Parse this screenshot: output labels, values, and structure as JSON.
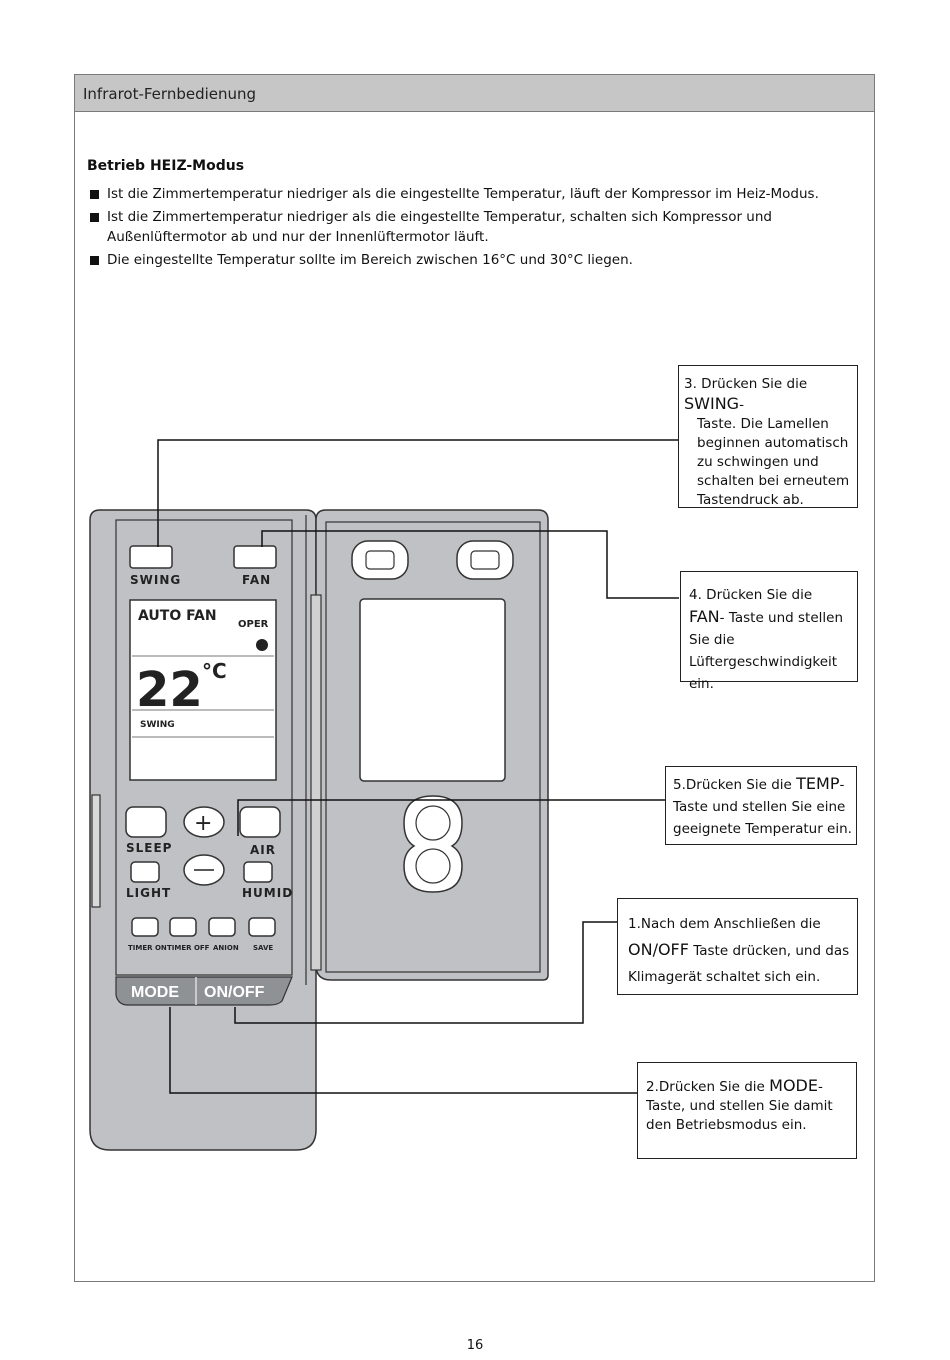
{
  "header": {
    "title": "Infrarot-Fernbedienung"
  },
  "section": {
    "title": "Betrieb HEIZ-Modus",
    "bullets": [
      "Ist die Zimmertemperatur niedriger als die eingestellte Temperatur, läuft der Kompressor im Heiz-Modus.",
      "Ist die Zimmertemperatur niedriger als die eingestellte Temperatur, schalten sich Kompressor und Außenlüftermotor ab und nur der Innenlüftermotor läuft.",
      "Die eingestellte Temperatur sollte im Bereich zwischen 16°C und 30°C liegen."
    ]
  },
  "remote": {
    "swing_label": "SWING",
    "fan_label": "FAN",
    "display_mode": "AUTO FAN",
    "display_oper": "OPER",
    "display_temp": "22",
    "display_unit": "°C",
    "display_swing": "SWING",
    "sleep_label": "SLEEP",
    "air_label": "AIR",
    "light_label": "LIGHT",
    "humid_label": "HUMID",
    "timer_on_label": "TIMER ON",
    "timer_off_label": "TIMER OFF",
    "anion_label": "ANION",
    "save_label": "SAVE",
    "mode_label": "MODE",
    "onoff_label": "ON/OFF",
    "body_color": "#bfc1c4",
    "outline_color": "#333333"
  },
  "callouts": {
    "swing": {
      "prefix": "3. Drücken Sie die ",
      "key": "SWING",
      "suffix": "-",
      "rest": "Taste. Die Lamellen beginnen automatisch zu schwingen und schalten bei erneutem Tastendruck ab."
    },
    "fan": {
      "prefix": "4. Drücken Sie die ",
      "key": "FAN",
      "suffix": "-",
      "rest": "Taste und stellen Sie die Lüftergeschwindigkeit ein."
    },
    "temp": {
      "prefix": "5.Drücken Sie die ",
      "key": "TEMP",
      "suffix": "-",
      "rest": "Taste und stellen Sie eine geeignete Temperatur ein."
    },
    "onoff": {
      "line1": "1.Nach dem Anschließen die",
      "key": "ON/OFF",
      "suffix": " Taste drücken, und das",
      "rest": "Klimagerät schaltet sich ein."
    },
    "mode": {
      "prefix": "2.Drücken Sie die ",
      "key": "MODE",
      "suffix": "-Taste,",
      "rest": "und stellen Sie damit den Betriebsmodus ein."
    }
  },
  "footer": {
    "page_number": "16"
  }
}
